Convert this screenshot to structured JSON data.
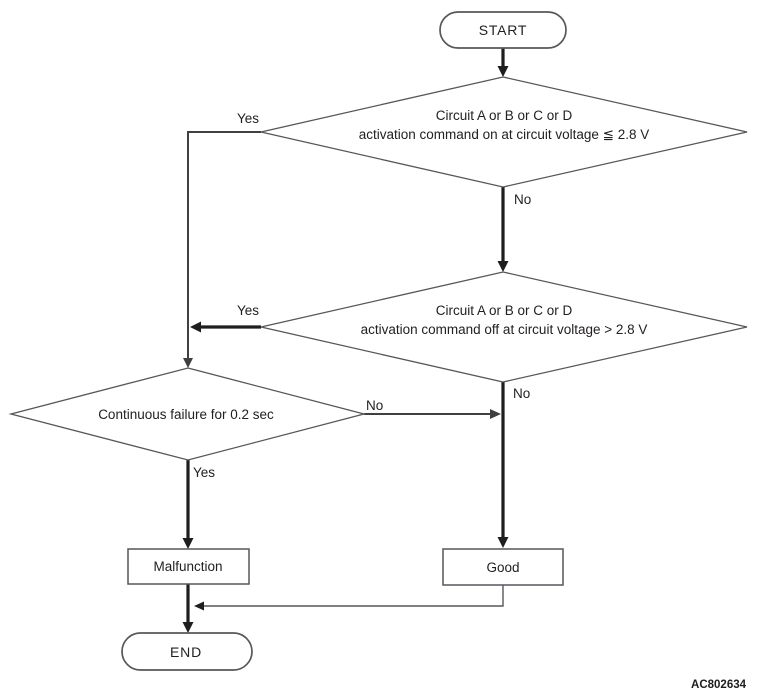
{
  "figure": {
    "code": "AC802634"
  },
  "nodes": {
    "start": {
      "label": "START"
    },
    "decision_on": {
      "line1": "Circuit A or B or C or D",
      "line2": "activation command on at circuit voltage ≦ 2.8 V"
    },
    "decision_off": {
      "line1": "Circuit A or B or C or D",
      "line2": "activation command off at circuit voltage > 2.8 V"
    },
    "decision_failure": {
      "label": "Continuous failure for 0.2 sec"
    },
    "malfunction": {
      "label": "Malfunction"
    },
    "good": {
      "label": "Good"
    },
    "end": {
      "label": "END"
    }
  },
  "edges": {
    "decision_on_yes": "Yes",
    "decision_on_no": "No",
    "decision_off_yes": "Yes",
    "decision_off_no": "No",
    "decision_failure_no": "No",
    "decision_failure_yes": "Yes"
  },
  "colors": {
    "background": "#ffffff",
    "shape_outline": "#56575a",
    "text": "#232021",
    "arrow": "#1e1d1f"
  }
}
